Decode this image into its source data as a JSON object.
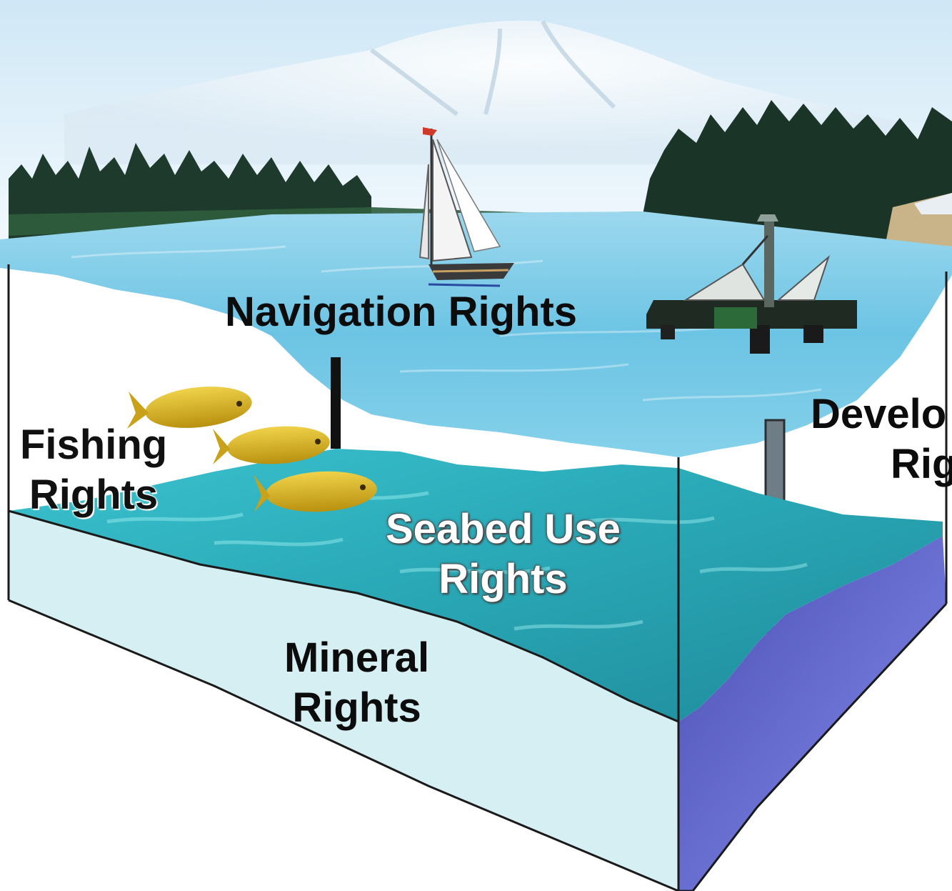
{
  "labels": {
    "navigation": "Navigation Rights",
    "fishing": [
      "Fishing",
      "Rights"
    ],
    "seabed": [
      "Seabed Use",
      "Rights"
    ],
    "mineral": [
      "Mineral",
      "Rights"
    ],
    "development": [
      "Develo",
      "Rig"
    ]
  },
  "icons": {
    "vessel": "sailboat-icon",
    "platform": "oil-platform-icon",
    "fish": "fish-icon",
    "mountain": "mountain-icon",
    "trees": "forest-icon"
  },
  "colors": {
    "sky": "#e8f4fb",
    "surface_water": "#6cc4e4",
    "seabed_teal": "#2fb5c0",
    "side_pale": "#d6eff3",
    "side_purple": "#6e74d6",
    "fish": "#d9b21c",
    "trees": "#1d3a2c"
  }
}
